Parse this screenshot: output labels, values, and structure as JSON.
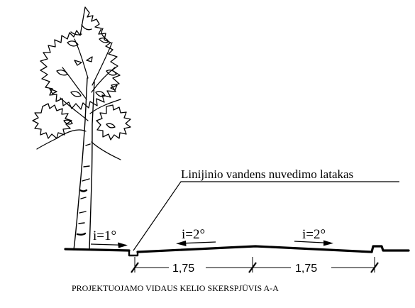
{
  "diagram": {
    "callout_label": "Linijinio vandens nuvedimo latakas",
    "slopes": [
      {
        "text": "i=1°"
      },
      {
        "text": "i=2°"
      },
      {
        "text": "i=2°"
      }
    ],
    "dimensions": [
      {
        "text": "1,75"
      },
      {
        "text": "1,75"
      }
    ],
    "section_title": "PROJEKTUOJAMO VIDAUS KELIO SKERSPJŪVIS A-A"
  }
}
